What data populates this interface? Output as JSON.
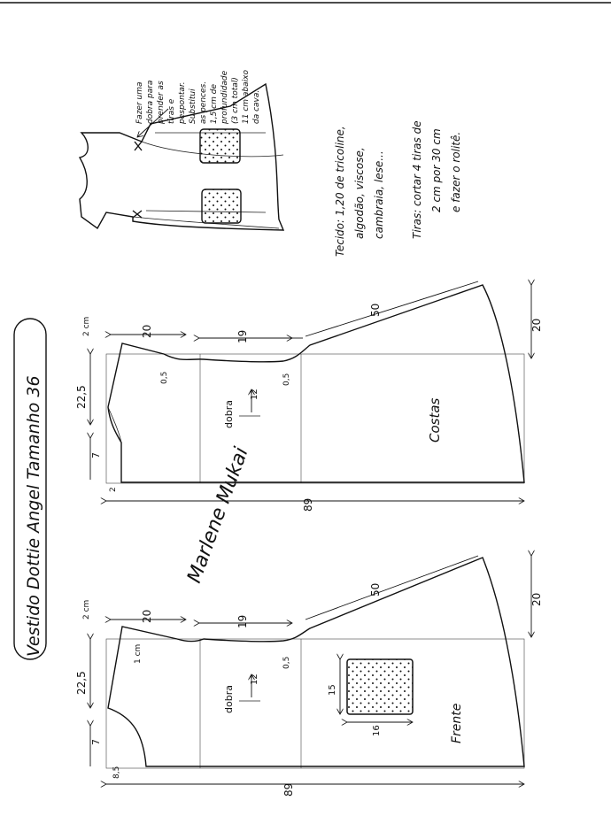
{
  "title": "Vestido Dottie Angel Tamanho 36",
  "sketch_note": [
    "Fazer uma",
    "dobra para",
    "prender as",
    "tiras e",
    "pespontar.",
    "Substitui",
    "as pences.",
    "1,5 cm de",
    "profundidade",
    "(3 cm total)",
    "11 cm abaixo",
    "da cava."
  ],
  "material_note": [
    "Tecido: 1,20 de tricoline,",
    "algodão, viscose,",
    "cambraia, lese..."
  ],
  "strip_note": [
    "Tiras: cortar 4 tiras de",
    "2 cm por 30 cm",
    "e fazer o rolitê."
  ],
  "signature": "Marlene Mukai",
  "back_piece": {
    "label": "Costas",
    "fold_label": "dobra",
    "dims": {
      "shoulder": "20",
      "waist_top": "19",
      "hem_side": "50",
      "hem_width": "20",
      "neck_drop": "2 cm",
      "armhole": "0,5",
      "side_dart": "0,5",
      "width_top": "22,5",
      "neck_depth": "7",
      "neck_small": "2",
      "fold_width": "12",
      "length": "89"
    }
  },
  "front_piece": {
    "label": "Frente",
    "fold_label": "dobra",
    "pocket_w": "16",
    "pocket_h": "15",
    "dims": {
      "shoulder": "20",
      "waist_top": "19",
      "hem_side": "50",
      "hem_width": "20",
      "neck_drop": "2 cm",
      "armhole": "1 cm",
      "side_dart": "0,5",
      "width_top": "22,5",
      "neck_depth": "7",
      "neck_small": "8,5",
      "fold_width": "12",
      "length": "89"
    }
  }
}
